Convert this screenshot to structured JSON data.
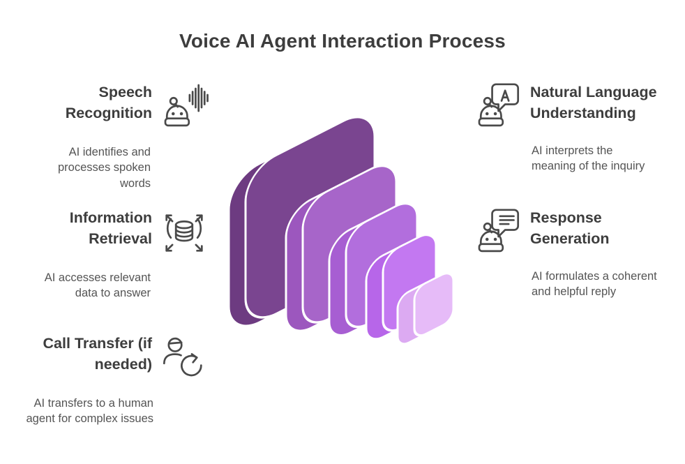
{
  "title": "Voice AI Agent Interaction Process",
  "steps": {
    "left": [
      {
        "title": "Speech Recognition",
        "description": "AI identifies and processes spoken words",
        "icon": "robot-sound-waves-icon"
      },
      {
        "title": "Information Retrieval",
        "description": "AI accesses relevant data to answer",
        "icon": "database-expand-arrows-icon"
      },
      {
        "title": "Call Transfer (if needed)",
        "description": "AI transfers to a human agent for complex issues",
        "icon": "person-transfer-arrow-icon"
      }
    ],
    "right": [
      {
        "title": "Natural Language Understanding",
        "description": "AI interprets the meaning of the inquiry",
        "icon": "robot-letter-bubble-icon"
      },
      {
        "title": "Response Generation",
        "description": "AI formulates a coherent and helpful reply",
        "icon": "robot-message-bubble-icon"
      }
    ]
  },
  "pyramid": {
    "layer_count": 5,
    "layers": [
      {
        "side": "#6d3b81",
        "front": "#7a4590"
      },
      {
        "side": "#9c57be",
        "front": "#a765c9"
      },
      {
        "side": "#a75ed2",
        "front": "#b26edd"
      },
      {
        "side": "#b766e9",
        "front": "#c378f1"
      },
      {
        "side": "#dcaaf2",
        "front": "#e6bbf8"
      }
    ],
    "seam_color": "#ffffff"
  },
  "colors": {
    "background": "#ffffff",
    "heading_text": "#3d3d3d",
    "body_text": "#545454",
    "icon_stroke": "#4a4a4a"
  }
}
